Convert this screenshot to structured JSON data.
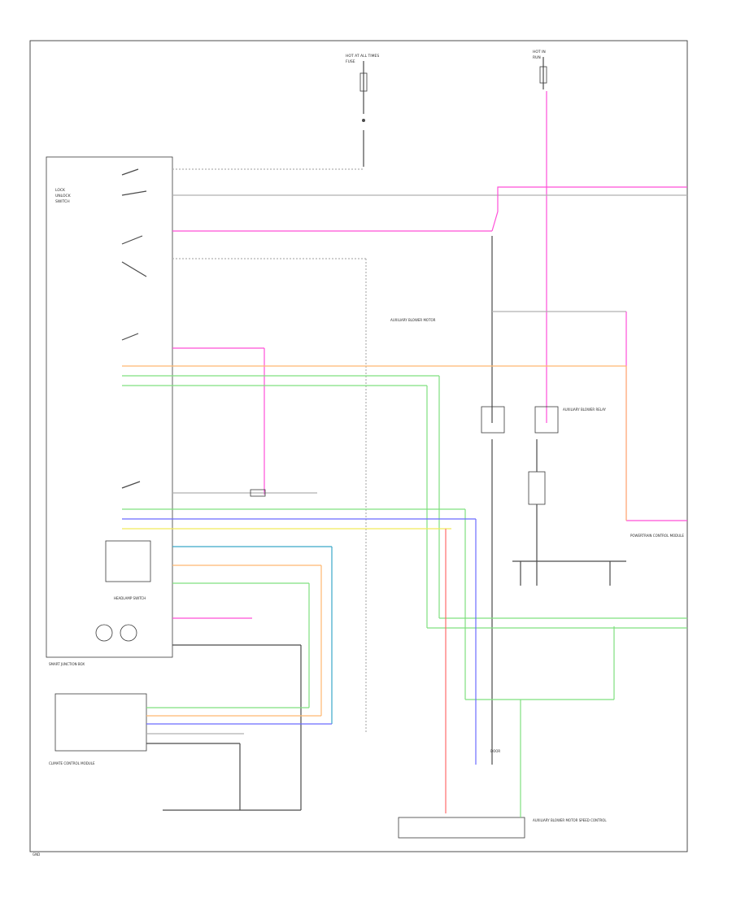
{
  "diagram": {
    "top_fuse_left": [
      "HOT AT ALL TIMES",
      "FUSE"
    ],
    "top_fuse_right": [
      "HOT IN",
      "RUN"
    ],
    "left_module_labels": [
      "LOCK",
      "UNLOCK",
      "SWITCH"
    ],
    "bottom_labels": [
      "CLIMATE CONTROL MODULE",
      "SMART JUNCTION BOX",
      "HEADLAMP SWITCH"
    ],
    "mid_labels": [
      "AUXILIARY BLOWER MOTOR",
      "AUXILIARY BLOWER RELAY",
      "POWERTRAIN CONTROL MODULE"
    ],
    "bottom_right_labels": [
      "AUXILIARY BLOWER MOTOR SPEED CONTROL",
      "DOOR"
    ],
    "corner_label": "GND"
  }
}
